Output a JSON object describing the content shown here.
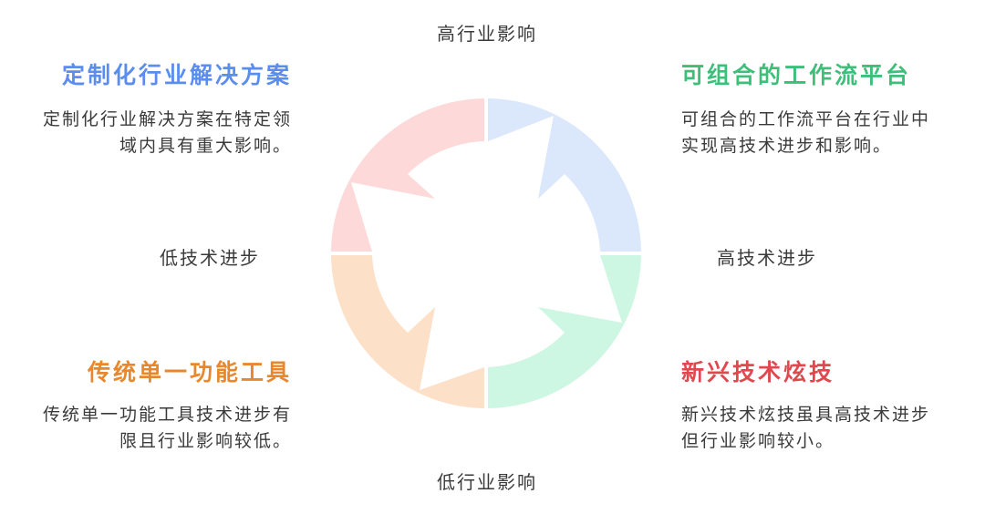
{
  "axes": {
    "top": "高行业影响",
    "bottom": "低行业影响",
    "left": "低技术进步",
    "right": "高技术进步"
  },
  "quadrants": {
    "top_left": {
      "title": "定制化行业解决方案",
      "desc_line1": "定制化行业解决方案在特定领",
      "desc_line2": "域内具有重大影响。",
      "color": "#5b8def",
      "segment_color": "#fdd9d9"
    },
    "top_right": {
      "title": "可组合的工作流平台",
      "desc_line1": "可组合的工作流平台在行业中",
      "desc_line2": "实现高技术进步和影响。",
      "color": "#3dbf7a",
      "segment_color": "#dbe7fb"
    },
    "bottom_left": {
      "title": "传统单一功能工具",
      "desc_line1": "传统单一功能工具技术进步有",
      "desc_line2": "限且行业影响较低。",
      "color": "#e8882e",
      "segment_color": "#fde0c8"
    },
    "bottom_right": {
      "title": "新兴技术炫技",
      "desc_line1": "新兴技术炫技虽具高技术进步",
      "desc_line2": "但行业影响较小。",
      "color": "#e0484f",
      "segment_color": "#cdf7e2"
    }
  }
}
